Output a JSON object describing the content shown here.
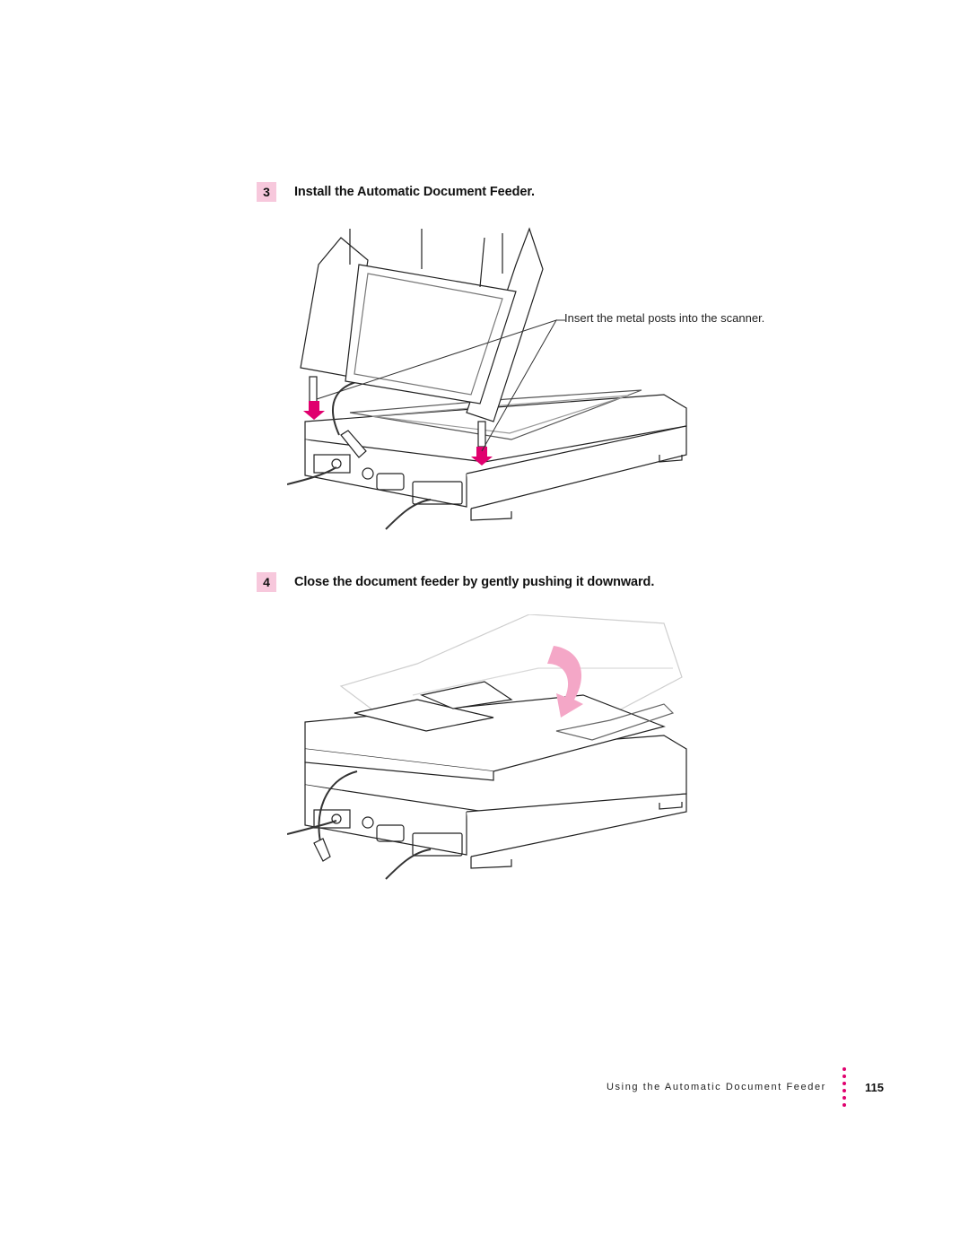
{
  "steps": [
    {
      "number": "3",
      "text": "Install the Automatic Document Feeder."
    },
    {
      "number": "4",
      "text": "Close the document feeder by gently pushing it downward."
    }
  ],
  "figure1": {
    "callout": "Insert the metal posts into the scanner."
  },
  "footer": {
    "chapter_title": "Using the Automatic Document Feeder",
    "page_number": "115"
  },
  "colors": {
    "accent": "#e0006e",
    "step_badge": "#f7c8dc"
  }
}
